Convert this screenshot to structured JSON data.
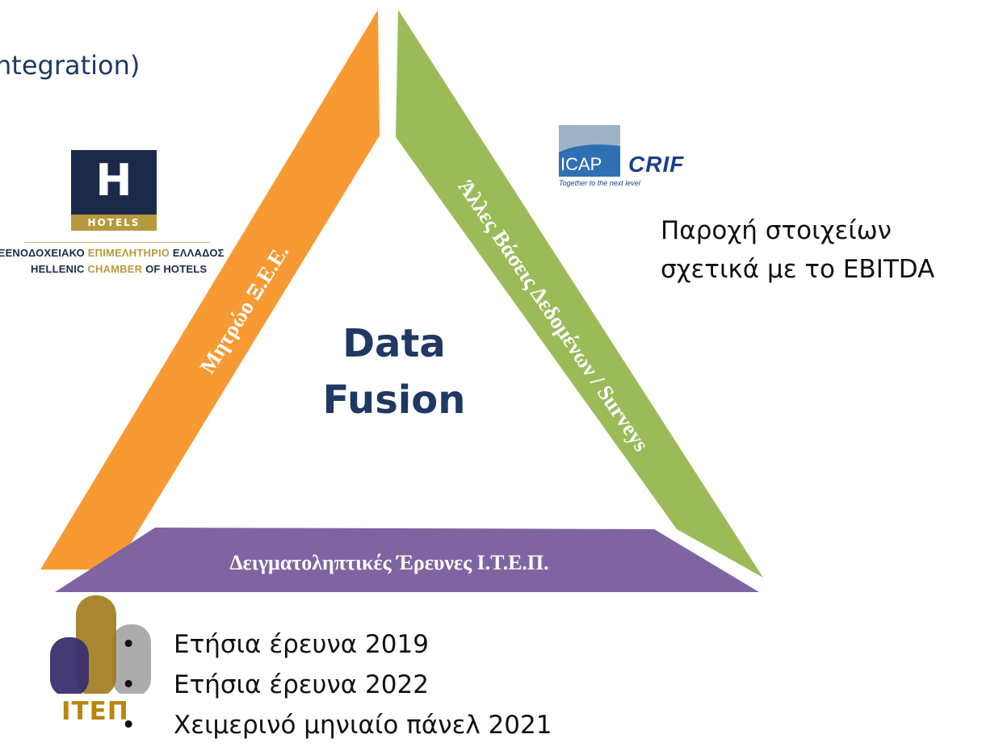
{
  "header": {
    "subtitle_fragment": "ntegration)"
  },
  "diagram": {
    "center_title_line1": "Data",
    "center_title_line2": "Fusion",
    "left_side_label": "Μητρώο Ξ.Ε.Ε.",
    "right_side_label": "Άλλες Βάσεις Δεδομένων / Surveys",
    "bottom_side_label": "Δειγματοληπτικές Έρευνες Ι.Τ.Ε.Π.",
    "colors": {
      "left": "#f79a33",
      "right": "#9bbb59",
      "bottom": "#8064a2"
    }
  },
  "hotels_logo": {
    "letter": "H",
    "word": "HOTELS",
    "chamber_greek_part1": "ΞΕΝΟΔΟΧΕΙΑΚΟ ",
    "chamber_greek_part2": "ΕΠΙΜΕΛΗΤΗΡΙΟ",
    "chamber_greek_part3": " ΕΛΛΑΔΟΣ",
    "chamber_english_part1": "HELLENIC ",
    "chamber_english_part2": "CHAMBER",
    "chamber_english_part3": " OF HOTELS"
  },
  "icap_logo": {
    "icap": "ICAP",
    "crif": "CRIF",
    "tagline": "Together to the next level"
  },
  "icap_note": {
    "line1": "Παροχή στοιχείων",
    "line2": "σχετικά με το EBITDA"
  },
  "itep_logo": {
    "text": "ΙΤΕΠ"
  },
  "survey_list": {
    "bullet": "•",
    "items": [
      "Ετήσια έρευνα 2019",
      "Ετήσια έρευνα 2022",
      "Χειμερινό μηνιαίο πάνελ 2021"
    ]
  }
}
